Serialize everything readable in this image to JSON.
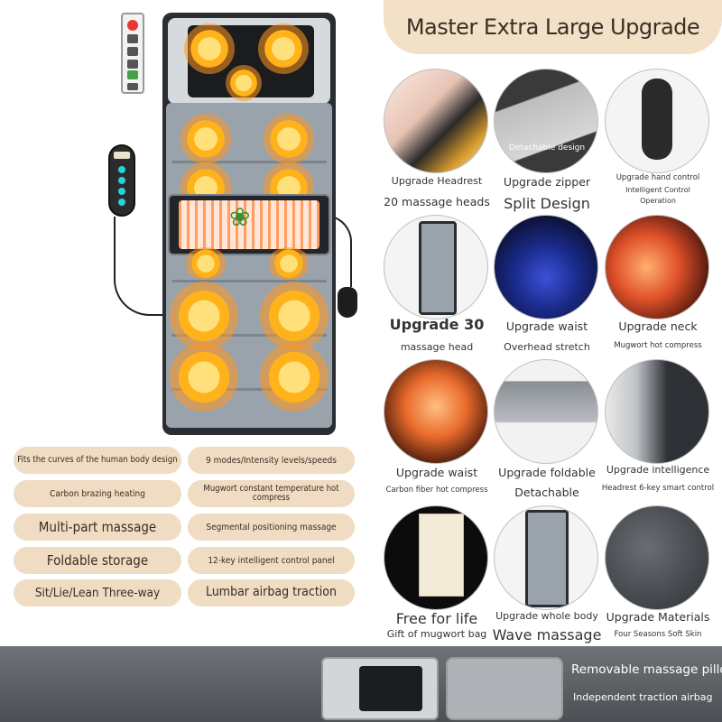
{
  "banner": {
    "title": "Master Extra Large Upgrade"
  },
  "colors": {
    "pill": "#f0dcc2",
    "banner": "#f2e1c6",
    "heat": "#ffb21a",
    "mat_gray": "#9aa3ab"
  },
  "features": [
    {
      "label": "Fits the curves of the human body design"
    },
    {
      "label": "9 modes/Intensity levels/speeds"
    },
    {
      "label": "Carbon brazing heating"
    },
    {
      "label": "Mugwort constant temperature hot compress"
    },
    {
      "label": "Multi-part massage"
    },
    {
      "label": "Segmental positioning massage"
    },
    {
      "label": "Foldable storage"
    },
    {
      "label": "12-key intelligent control panel"
    },
    {
      "label": "Sit/Lie/Lean Three-way"
    },
    {
      "label": "Lumbar airbag traction"
    }
  ],
  "grid": [
    {
      "line1": "Upgrade Headrest",
      "line2": "20 massage heads",
      "overlay": ""
    },
    {
      "line1": "Upgrade zipper",
      "line2": "Split Design",
      "overlay": "Detachable design"
    },
    {
      "line1": "Upgrade hand control",
      "line2": "Intelligent Control",
      "line3": "Operation",
      "overlay": ""
    },
    {
      "line1": "Upgrade 30",
      "line2": "massage head",
      "overlay": ""
    },
    {
      "line1": "Upgrade waist",
      "line2": "Overhead stretch",
      "overlay": ""
    },
    {
      "line1": "Upgrade neck",
      "line2": "Mugwort hot compress",
      "overlay": ""
    },
    {
      "line1": "Upgrade waist",
      "line2": "Carbon fiber hot compress",
      "overlay": ""
    },
    {
      "line1": "Upgrade foldable",
      "line2": "Detachable",
      "overlay": ""
    },
    {
      "line1": "Upgrade intelligence",
      "line2": "Headrest 6-key smart control",
      "overlay": ""
    },
    {
      "line1": "Free for life",
      "line2": "Gift of mugwort bag",
      "overlay": ""
    },
    {
      "line1": "Upgrade whole body",
      "line2": "Wave massage",
      "overlay": ""
    },
    {
      "line1": "Upgrade Materials",
      "line2": "Four Seasons Soft Skin",
      "overlay": ""
    }
  ],
  "bottom": {
    "line1": "Removable massage pillow",
    "line2": "Independent traction airbag"
  }
}
